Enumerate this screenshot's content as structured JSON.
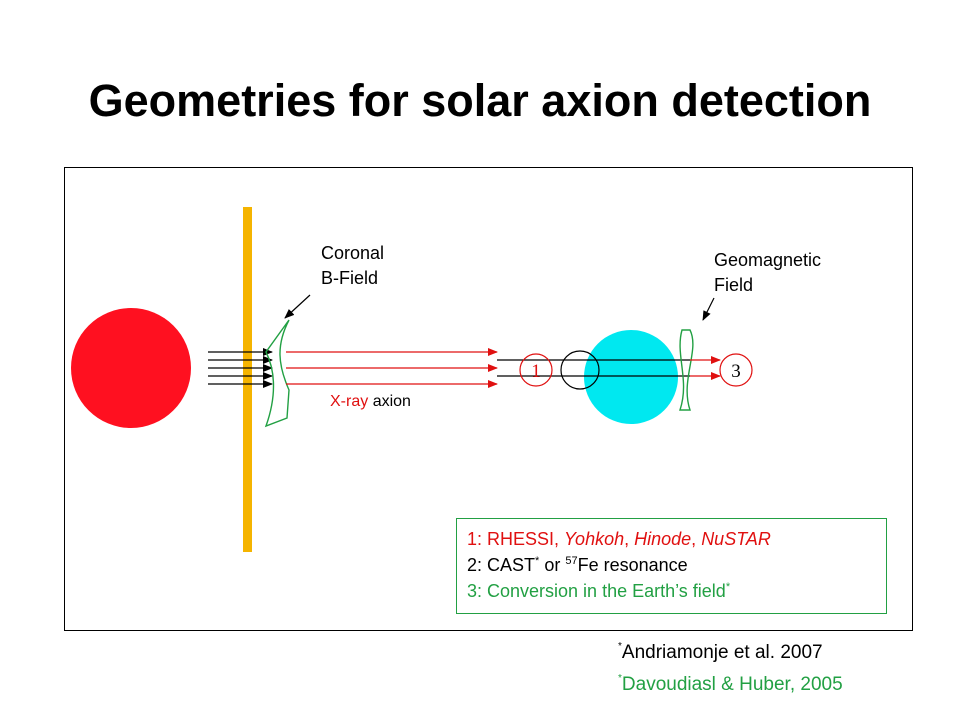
{
  "slide": {
    "title": "Geometries for solar axion detection"
  },
  "diagram": {
    "coronal_label": [
      "Coronal",
      "B-Field"
    ],
    "geomagnetic_label": [
      "Geomagnetic",
      "Field"
    ],
    "xray_label": {
      "xray": "X-ray",
      "axion": "axion"
    },
    "position_1": "1",
    "position_3": "3",
    "colors": {
      "sun": "#ff1020",
      "earth": "#00e8f0",
      "barrier": "#f5b400",
      "field_lines": "#22a043",
      "xray": "#e01010",
      "axion": "#000000"
    }
  },
  "legend": {
    "row1": {
      "prefix": "1: ",
      "rhessi": "RHESSI, ",
      "yohkoh": "Yohkoh",
      "sep1": ", ",
      "hinode": "Hinode",
      "sep2": ", ",
      "nustar": "NuSTAR"
    },
    "row2": {
      "prefix": "2: CAST",
      "star": "*",
      "middle": " or ",
      "isotope": "57",
      "suffix": "Fe resonance"
    },
    "row3": {
      "text": "3: Conversion in the Earth’s field",
      "star": "*"
    }
  },
  "references": [
    {
      "star": "*",
      "text": "Andriamonje et al. 2007",
      "color": "#000000"
    },
    {
      "star": "*",
      "text": "Davoudiasl & Huber, 2005",
      "color": "#22a043"
    }
  ]
}
